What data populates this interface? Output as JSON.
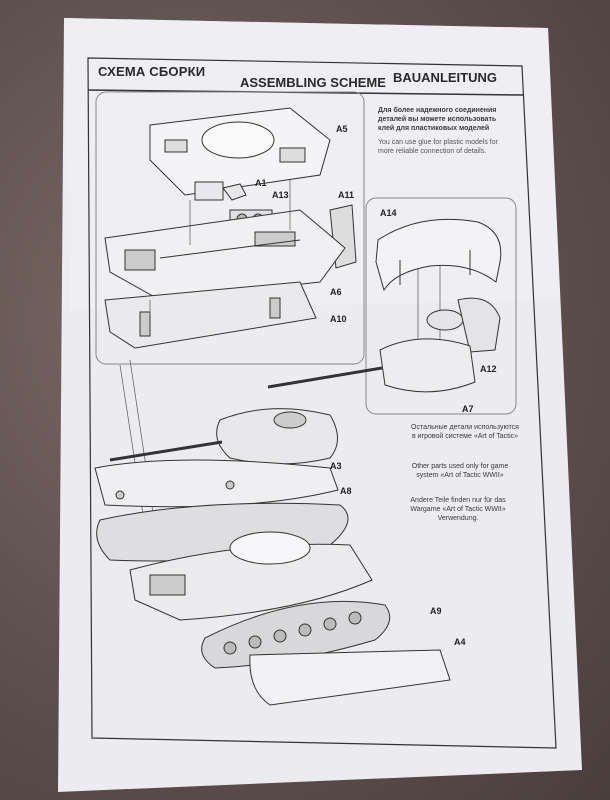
{
  "header": {
    "title_ru": "СХЕМА СБОРКИ",
    "title_en": "ASSEMBLING SCHEME",
    "title_de": "BAUANLEITUNG"
  },
  "glue_note": {
    "ru": "Для более надежного соединения деталей вы можете использовать клей для пластиковых моделей",
    "en": "You can use glue for plastic models for more reliable connection of details."
  },
  "game_note": {
    "ru": "Остальные детали используются в игровой системе «Art of Tactic»",
    "en": "Other parts used only for game system «Art of Tactic WWII»",
    "de": "Andere Teile finden nur für das Wargame «Art of Tactic WWII» Verwendung."
  },
  "part_labels": {
    "a5": "A5",
    "a1": "A1",
    "a13": "A13",
    "a11": "A11",
    "a6": "A6",
    "a10": "A10",
    "a14": "A14",
    "a12": "A12",
    "a7": "A7",
    "a3": "A3",
    "a8": "A8",
    "a9": "A9",
    "a4": "A4"
  }
}
